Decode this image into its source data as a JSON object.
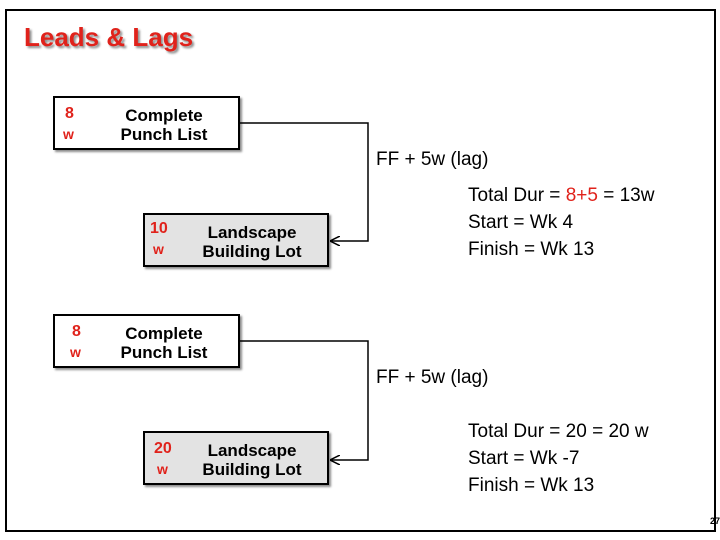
{
  "slide": {
    "title": "Leads & Lags",
    "page_number": "27"
  },
  "diagram1": {
    "pred": {
      "duration": "8",
      "unit": "w",
      "line1": "Complete",
      "line2": "Punch List"
    },
    "succ": {
      "duration": "10",
      "unit": "w",
      "line1": "Landscape",
      "line2": "Building Lot"
    },
    "relation": "FF + 5w (lag)",
    "info": {
      "total_prefix": "Total Dur = ",
      "total_highlight": "8+5",
      "total_suffix": " = 13w",
      "start": "Start  = Wk 4",
      "finish": "Finish = Wk 13"
    }
  },
  "diagram2": {
    "pred": {
      "duration": "8",
      "unit": "w",
      "line1": "Complete",
      "line2": "Punch List"
    },
    "succ": {
      "duration": "20",
      "unit": "w",
      "line1": "Landscape",
      "line2": "Building Lot"
    },
    "relation": "FF + 5w (lag)",
    "info": {
      "total": "Total Dur = 20 = 20 w",
      "start": "Start  = Wk -7",
      "finish": "Finish = Wk 13"
    }
  },
  "colors": {
    "accent": "#e0221b",
    "succ_box_fill": "#e3e3e3"
  }
}
